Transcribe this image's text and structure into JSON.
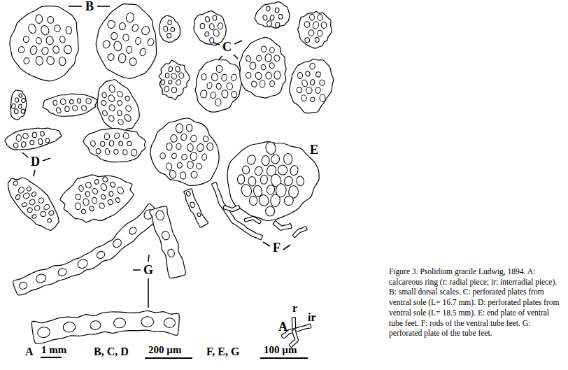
{
  "diagram": {
    "caption": "Figure 3. Psolidium gracile Ludwig, 1894. A: calcareous ring (r: radial piece; ir: interradial piece). B: small dorsal scales. C: perforated plates from ventral sole (L= 16.7 mm). D: perforated plates from ventral sole (L= 18.5 mm). E: end plate of ventral tube feet. F: rods of the ventral tube feet. G: perforated plate of the tube feet.",
    "labels": [
      "B",
      "C",
      "D",
      "E",
      "F",
      "G",
      "A",
      "r",
      "ir",
      "A",
      "1 mm",
      "B, C, D",
      "200 µm",
      "F, E, G",
      "100 µm"
    ]
  }
}
